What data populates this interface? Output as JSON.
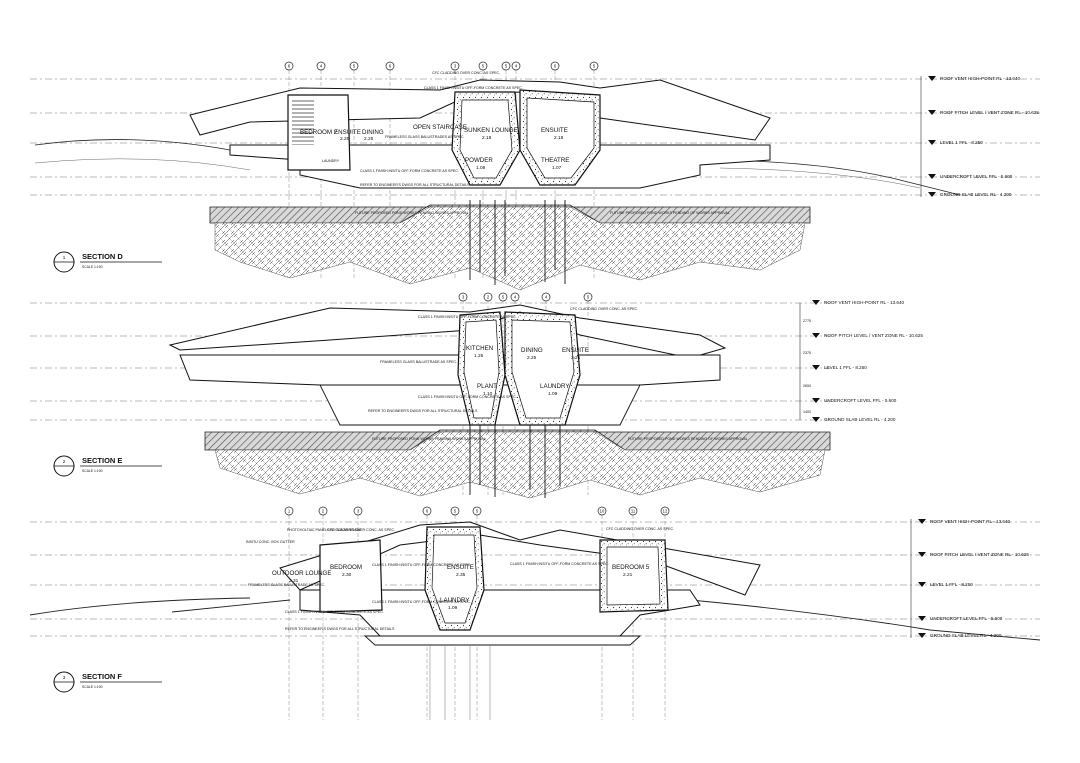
{
  "sheet": {
    "sections": [
      {
        "id": "d",
        "number": "1",
        "title": "SECTION D",
        "scale": "SCALE 1:100",
        "grid_labels": [
          "6",
          "4",
          "5",
          "6",
          "3",
          "5",
          "5",
          "4",
          "6",
          "5"
        ],
        "levels": [
          "ROOF VENT HIGH-POINT RL - 13.640",
          "ROOF PITCH LEVEL / VENT ZONE RL - 10.625",
          "LEVEL 1 FFL - 8.250",
          "UNDERCROFT LEVEL FFL - 5.600",
          "GROUND SLAB LEVEL RL - 4.200"
        ],
        "rooms": [
          {
            "name": "BEDROOM 2",
            "area": ""
          },
          {
            "name": "ENSUITE",
            "area": "2.25"
          },
          {
            "name": "DINING",
            "area": "2.25"
          },
          {
            "name": "OPEN STAIRCASE",
            "area": ""
          },
          {
            "name": "SUNKEN LOUNGE",
            "area": "2.18"
          },
          {
            "name": "ENSUITE",
            "area": "2.18"
          },
          {
            "name": "POWDER",
            "area": "1.08"
          },
          {
            "name": "THEATRE",
            "area": "1.07"
          }
        ],
        "notes": [
          "CFC CLADDING OVER CONC. AS SPEC.",
          "CLASS 1 FINISH INSITU OFF-FORM CONCRETE AS SPEC.",
          "FRAMELESS GLASS BALUSTRADES AS SPEC.",
          "CLASS 1 FINISH INSITU OFF-FORM CONCRETE AS SPEC.",
          "REFER TO ENGINEER'S DWGS FOR ALL STRUCTURAL DETAILS",
          "FUTURE PROPOSED POND WORKS PENDING WORKS APPROVAL",
          "FUTURE PROPOSED POND WORKS PENDING OF WORKS APPROVAL",
          "LAUNDRY"
        ]
      },
      {
        "id": "e",
        "number": "2",
        "title": "SECTION E",
        "scale": "SCALE 1:100",
        "grid_labels": [
          "3",
          "2",
          "5",
          "4",
          "4",
          "5"
        ],
        "levels": [
          "ROOF VENT HIGH-POINT RL - 13.640",
          "ROOF PITCH LEVEL / VENT ZONE RL - 10.625",
          "LEVEL 1 FFL - 8.250",
          "UNDERCROFT LEVEL FFL - 5.600",
          "GROUND SLAB LEVEL RL - 4.200"
        ],
        "dims": [
          "2775",
          "2375",
          "2650",
          "1400"
        ],
        "rooms": [
          {
            "name": "KITCHEN",
            "area": "1.25"
          },
          {
            "name": "DINING",
            "area": "2.25"
          },
          {
            "name": "ENSUITE",
            "area": "2.25"
          },
          {
            "name": "PLANT",
            "area": "1.10"
          },
          {
            "name": "LAUNDRY",
            "area": "1.09"
          }
        ],
        "notes": [
          "CFC CLADDING OVER CONC. AS SPEC.",
          "CLASS 1 FINISH INSITU OFF-FORM CONCRETE AS SPEC.",
          "FRAMELESS GLASS BALUSTRADE AS SPEC.",
          "CLASS 1 FINISH INSITU OFF-FORM CONCRETE AS SPEC.",
          "REFER TO ENGINEER'S DWGS FOR ALL STRUCTURAL DETAILS",
          "FUTURE PROPOSED POND WORKS PENDING WORKS APPROVAL",
          "FUTURE PROPOSED POND WORKS PENDING OF WORKS APPROVAL"
        ]
      },
      {
        "id": "f",
        "number": "3",
        "title": "SECTION F",
        "scale": "SCALE 1:100",
        "grid_labels": [
          "1",
          "2",
          "3",
          "6",
          "5",
          "5",
          "10",
          "11",
          "12"
        ],
        "levels": [
          "ROOF VENT HIGH-POINT RL - 13.640",
          "ROOF PITCH LEVEL / VENT ZONE RL - 10.625",
          "LEVEL 1 FFL - 8.250",
          "UNDERCROFT LEVEL FFL - 5.600",
          "GROUND SLAB LEVEL RL - 4.200"
        ],
        "rooms": [
          {
            "name": "OUTDOOR LOUNGE",
            "area": "2.31"
          },
          {
            "name": "BEDROOM",
            "area": "2.30"
          },
          {
            "name": "ENSUITE",
            "area": "2.35"
          },
          {
            "name": "LAUNDRY",
            "area": "1.09"
          },
          {
            "name": "BEDROOM 5",
            "area": "2.21"
          }
        ],
        "notes": [
          "PHOTOVOLTAIC PANELS BY SOLAR TRADE",
          "CFC CLADDING OVER CONC. AS SPEC.",
          "INSITU CONC. BOX GUTTER",
          "FRAMELESS GLASS BALUSTRADE AS SPEC.",
          "CLASS 1 FINISH INSITU OFF-FORM CONCRETE AS SPEC.",
          "CLASS 1 FINISH INSITU OFF-FORM CONCRETE AS SPEC.",
          "CLASS 1 FINISH INSITU OFF-FORM CONCRETE AS SPEC.",
          "CLASS 1 FINISH INSITU OFF-FORM CONCRETE AS SPEC.",
          "REFER TO ENGINEER'S DWGS FOR ALL STRUCTURAL DETAILS",
          "CFC CLADDING OVER CONC. AS SPEC."
        ]
      }
    ]
  }
}
